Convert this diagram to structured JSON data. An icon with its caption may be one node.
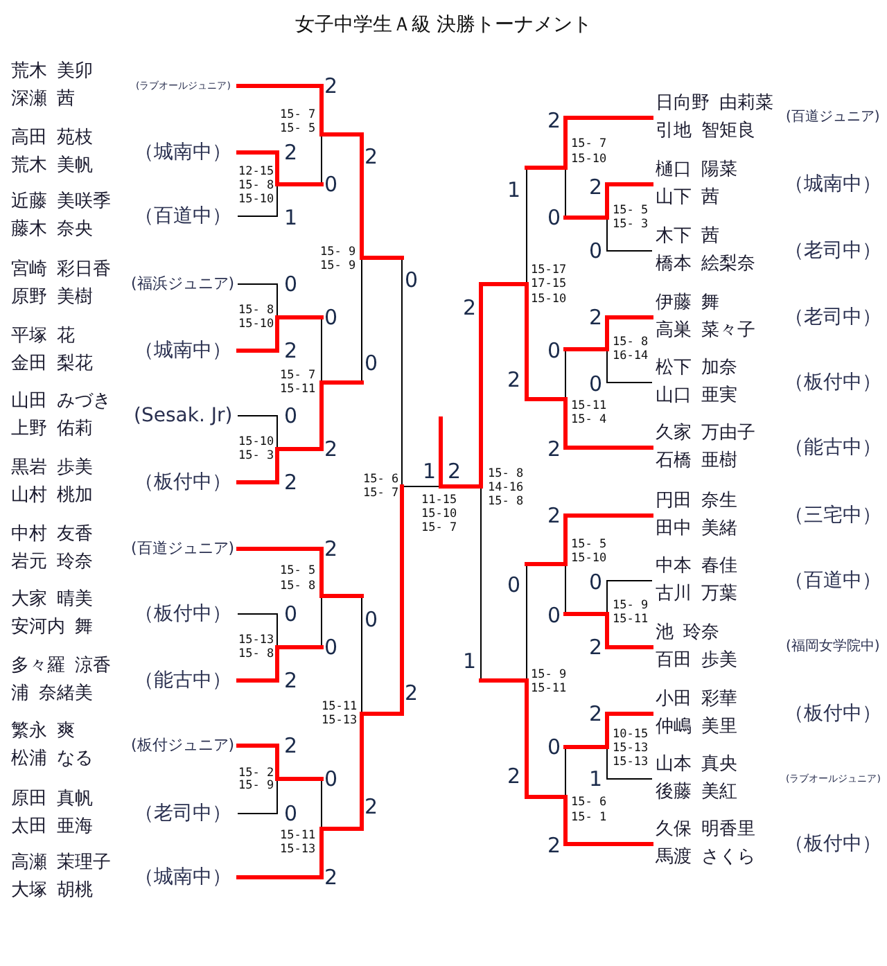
{
  "diagram": {
    "title": "女子中学生Ａ級 決勝トーナメント",
    "nodes": [
      {
        "text": [
          "荒木 美卯",
          "深瀬 茜",
          "(ラブオールジュニア)"
        ]
      },
      {
        "text": [
          "高田 苑枝",
          "荒木 美帆",
          "（城南中）"
        ]
      },
      {
        "text": [
          "近藤 美咲季",
          "藤木 奈央",
          "（百道中）"
        ]
      },
      {
        "text": [
          "宮崎 彩日香",
          "原野 美樹",
          "(福浜ジュニア)"
        ]
      },
      {
        "text": [
          "平塚 花",
          "金田 梨花",
          "（城南中）"
        ]
      },
      {
        "text": [
          "山田 みづき",
          "上野 佑莉",
          "(Sesak. Jr)"
        ]
      },
      {
        "text": [
          "黒岩 歩美",
          "山村 桃加",
          "（板付中）"
        ]
      },
      {
        "text": [
          "中村 友香",
          "岩元 玲奈",
          "(百道ジュニア)"
        ]
      },
      {
        "text": [
          "大家 晴美",
          "安河内 舞",
          "（板付中）"
        ]
      },
      {
        "text": [
          "多々羅 涼香",
          "浦 奈緒美",
          "（能古中）"
        ]
      },
      {
        "text": [
          "繁永 爽",
          "松浦 なる",
          "(板付ジュニア)"
        ]
      },
      {
        "text": [
          "原田 真帆",
          "太田 亜海",
          "（老司中）"
        ]
      },
      {
        "text": [
          "高瀬 茉理子",
          "大塚 胡桃",
          "（城南中）"
        ]
      },
      {
        "text": [
          "日向野 由莉菜",
          "引地 智矩良",
          "(百道ジュニア)"
        ]
      },
      {
        "text": [
          "樋口 陽菜",
          "山下 茜",
          "（城南中）"
        ]
      },
      {
        "text": [
          "木下 茜",
          "橋本 絵梨奈",
          "（老司中）"
        ]
      },
      {
        "text": [
          "伊藤 舞",
          "高巣 菜々子",
          "（老司中）"
        ]
      },
      {
        "text": [
          "松下 加奈",
          "山口 亜実",
          "（板付中）"
        ]
      },
      {
        "text": [
          "久家 万由子",
          "石橋 亜樹",
          "（能古中）"
        ]
      },
      {
        "text": [
          "円田 奈生",
          "田中 美緒",
          "（三宅中）"
        ]
      },
      {
        "text": [
          "中本 春佳",
          "古川 万葉",
          "（百道中）"
        ]
      },
      {
        "text": [
          "池 玲奈",
          "百田 歩美",
          "(福岡女学院中)"
        ]
      },
      {
        "text": [
          "小田 彩華",
          "仲嶋 美里",
          "（板付中）"
        ]
      },
      {
        "text": [
          "山本 真央",
          "後藤 美紅",
          "(ラブオールジュニア)"
        ]
      },
      {
        "text": [
          "久保 明香里",
          "馬渡 さくら",
          "（板付中）"
        ]
      }
    ],
    "labels": [
      "2",
      "15- 7",
      "2",
      "15- 5",
      "2",
      "2",
      "15- 7",
      "15-10",
      "12-15",
      "15- 8",
      "0",
      "1",
      "2",
      "15-10",
      "15- 5",
      "1",
      "0",
      "15- 3",
      "0",
      "15- 9",
      "15- 9",
      "15-17",
      "0",
      "0",
      "17-15",
      "15-10",
      "2",
      "15- 8",
      "0",
      "2",
      "15-10",
      "15- 8",
      "2",
      "0",
      "16-14",
      "0",
      "15- 7",
      "2",
      "0",
      "15-11",
      "15-11",
      "0",
      "15- 4",
      "15-10",
      "2",
      "2",
      "15- 3",
      "1",
      "2",
      "15- 8",
      "2",
      "15- 6",
      "14-16",
      "15- 7",
      "11-15",
      "15- 8",
      "15-10",
      "2",
      "15- 7",
      "15- 5",
      "2",
      "15-10",
      "15- 5",
      "0",
      "0",
      "15- 8",
      "15- 9",
      "0",
      "0",
      "0",
      "15-11",
      "15-13",
      "0",
      "2",
      "15- 8",
      "1",
      "15- 9",
      "2",
      "15-11",
      "2",
      "15-11",
      "2",
      "15-13",
      "10-15",
      "2",
      "0",
      "15-13",
      "15-13",
      "15- 2",
      "0",
      "2",
      "1",
      "15- 9",
      "15- 6",
      "2",
      "0",
      "15- 1",
      "15-11",
      "2",
      "15-13",
      "2"
    ]
  }
}
